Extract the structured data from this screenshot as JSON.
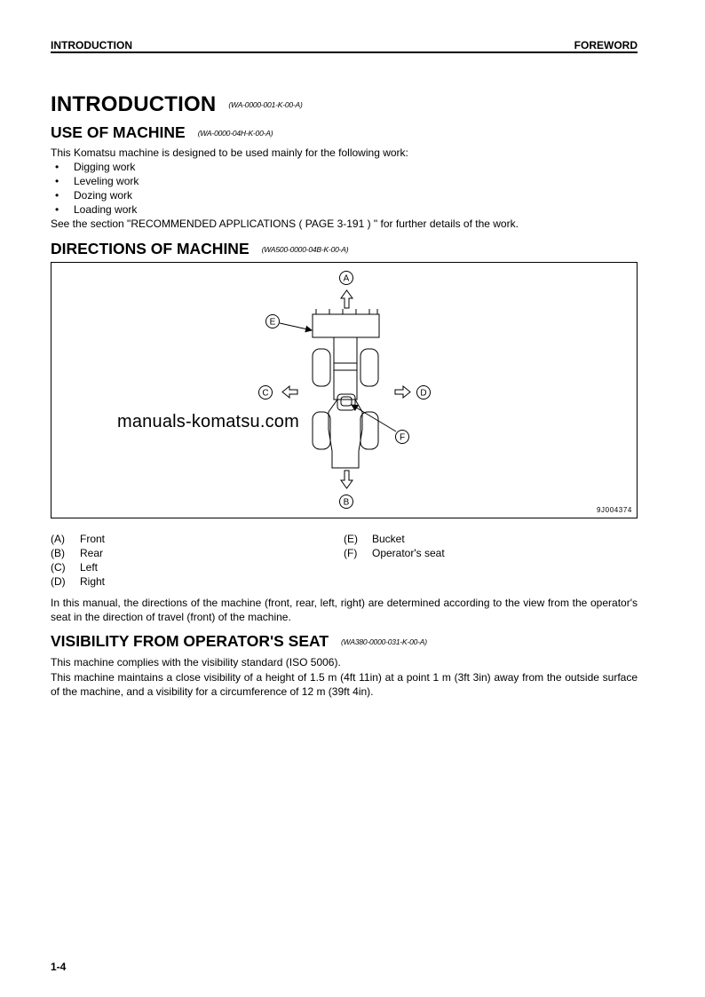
{
  "header": {
    "left": "INTRODUCTION",
    "right": "FOREWORD"
  },
  "title": {
    "text": "INTRODUCTION",
    "code": "(WA-0000-001-K-00-A)"
  },
  "use_of_machine": {
    "heading": "USE OF MACHINE",
    "code": "(WA-0000-04H-K-00-A)",
    "intro": "This Komatsu machine is designed to be used mainly for the following work:",
    "bullet_char": "•",
    "items": [
      "Digging work",
      "Leveling work",
      "Dozing work",
      "Loading work"
    ],
    "see_also": "See the section \"RECOMMENDED APPLICATIONS ( PAGE 3-191 ) \" for further details of the work."
  },
  "directions": {
    "heading": "DIRECTIONS OF MACHINE",
    "code": "(WA500-0000-04B-K-00-A)",
    "figure": {
      "labels": {
        "a": "A",
        "b": "B",
        "c": "C",
        "d": "D",
        "e": "E",
        "f": "F"
      },
      "figure_id": "9J004374",
      "watermark": "manuals-komatsu.com"
    },
    "legend": [
      {
        "key": "(A)",
        "label": "Front"
      },
      {
        "key": "(B)",
        "label": "Rear"
      },
      {
        "key": "(C)",
        "label": "Left"
      },
      {
        "key": "(D)",
        "label": "Right"
      },
      {
        "key": "(E)",
        "label": "Bucket"
      },
      {
        "key": "(F)",
        "label": "Operator's seat"
      }
    ],
    "paragraph": "In this manual, the directions of the machine (front, rear, left, right) are determined according to the view from the operator's seat in the direction of travel (front) of the machine."
  },
  "visibility": {
    "heading": "VISIBILITY FROM OPERATOR'S SEAT",
    "code": "(WA380-0000-031-K-00-A)",
    "line1": "This machine complies with the visibility standard (ISO 5006).",
    "line2": "This machine maintains a close visibility of a height of 1.5 m (4ft 11in) at a point 1 m (3ft 3in) away from the outside surface of the machine, and a visibility for a circumference of 12 m (39ft 4in)."
  },
  "page_number": "1-4"
}
